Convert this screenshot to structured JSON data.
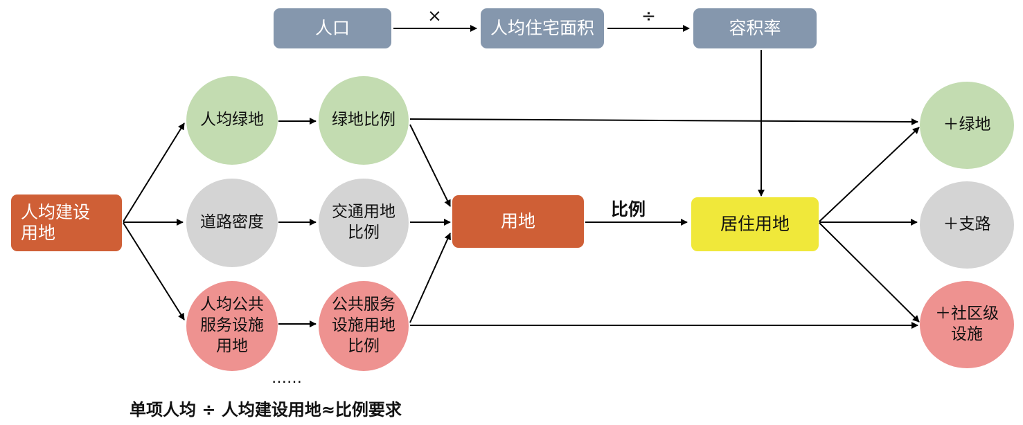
{
  "top_row": {
    "population": "人口",
    "times_op": "×",
    "per_capita_housing_area": "人均住宅面积",
    "divide_op": "÷",
    "floor_area_ratio": "容积率"
  },
  "start": {
    "per_capita_construction_land": "人均建设\n用地"
  },
  "col1": {
    "per_capita_green": "人均绿地",
    "road_density": "道路密度",
    "per_capita_public": "人均公共\n服务设施\n用地"
  },
  "col2": {
    "green_ratio": "绿地比例",
    "traffic_ratio": "交通用地\n比例",
    "public_ratio": "公共服务\n设施用地\n比例"
  },
  "land": "用地",
  "ratio_label": "比例",
  "residential_land": "居住用地",
  "outputs": {
    "plus_green": "＋绿地",
    "plus_branch_road": "＋支路",
    "plus_community_facilities": "＋社区级\n设施"
  },
  "ellipsis": "……",
  "footnote": "单项人均 ÷ 人均建设用地≈比例要求",
  "colors": {
    "slate": "#8597ad",
    "orange": "#cf5f36",
    "yellow": "#f0e83a",
    "green": "#c3dcb1",
    "grey": "#d4d4d4",
    "red": "#ee9290"
  }
}
